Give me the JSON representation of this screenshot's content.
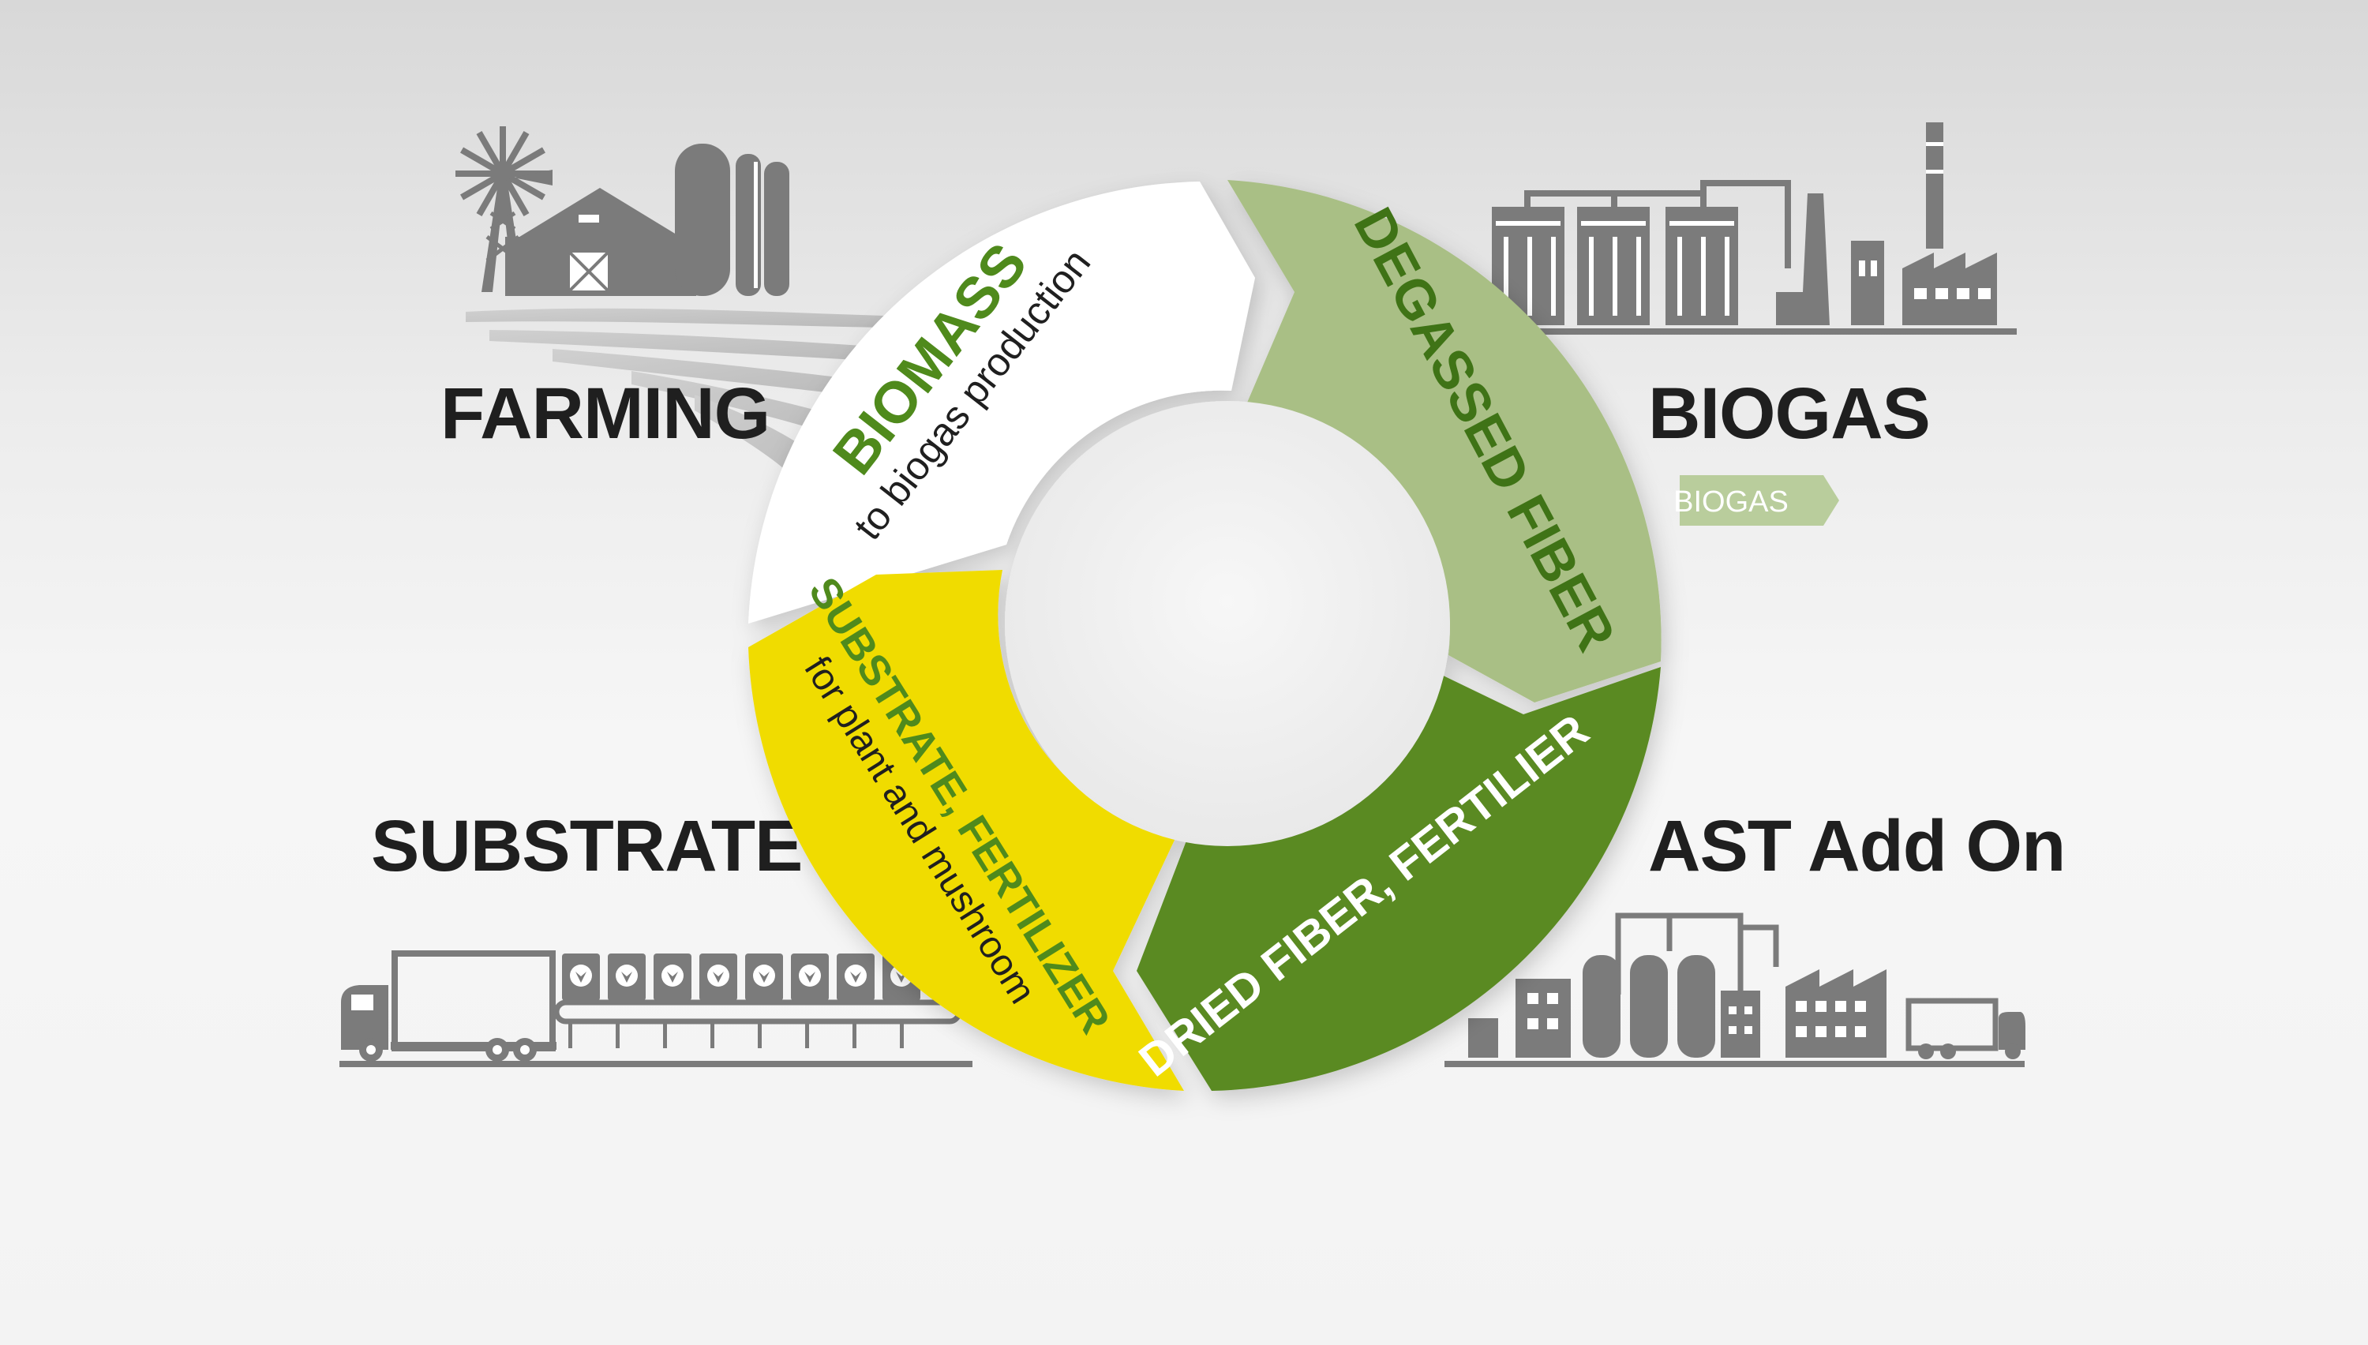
{
  "corners": {
    "farming": "FARMING",
    "biogas": "BIOGAS",
    "substrate": "SUBSTRATE",
    "ast_add_on": "AST Add On"
  },
  "biogas_tag": "BIOGAS",
  "segments": {
    "biomass": {
      "title": "BIOMASS",
      "subtitle": "to biogas production"
    },
    "degassed": {
      "title": "DEGASSED FIBER"
    },
    "dried": {
      "title": "DRIED FIBER, FERTILIER"
    },
    "substrate": {
      "title": "SUBSTRATE, FERTILIZER",
      "subtitle": "for plant and mushroom"
    }
  },
  "colors": {
    "biomass": "#ffffff",
    "degassed": "#a9bf85",
    "dried": "#5a8a23",
    "substrate": "#f0dc00",
    "accent_green": "#4f8a1c",
    "illustration_gray": "#7b7b7b"
  },
  "icons": [
    "farm-icon",
    "biogas-plant-icon",
    "truck-conveyor-icon",
    "factory-icon",
    "windmill-icon"
  ]
}
